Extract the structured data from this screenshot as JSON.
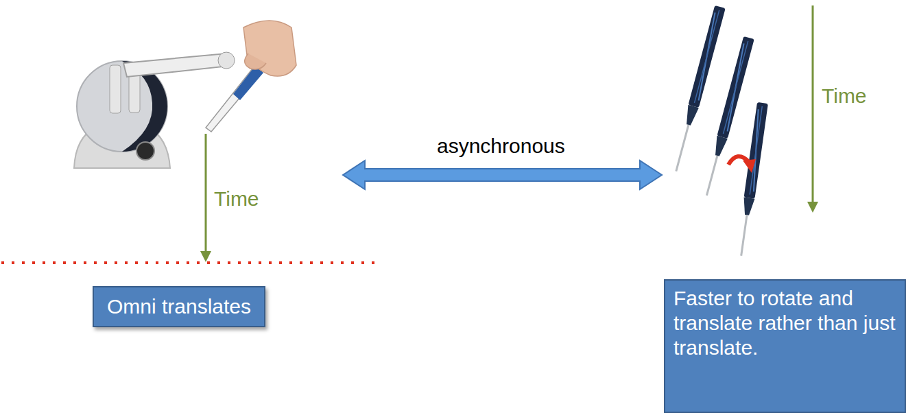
{
  "diagram": {
    "nodes": [
      {
        "text": [
          "Omni translates"
        ]
      },
      {
        "text": [
          "Faster to rotate and translate rather than just translate."
        ]
      }
    ],
    "labels": [
      "Time",
      "asynchronous",
      "Time"
    ]
  }
}
